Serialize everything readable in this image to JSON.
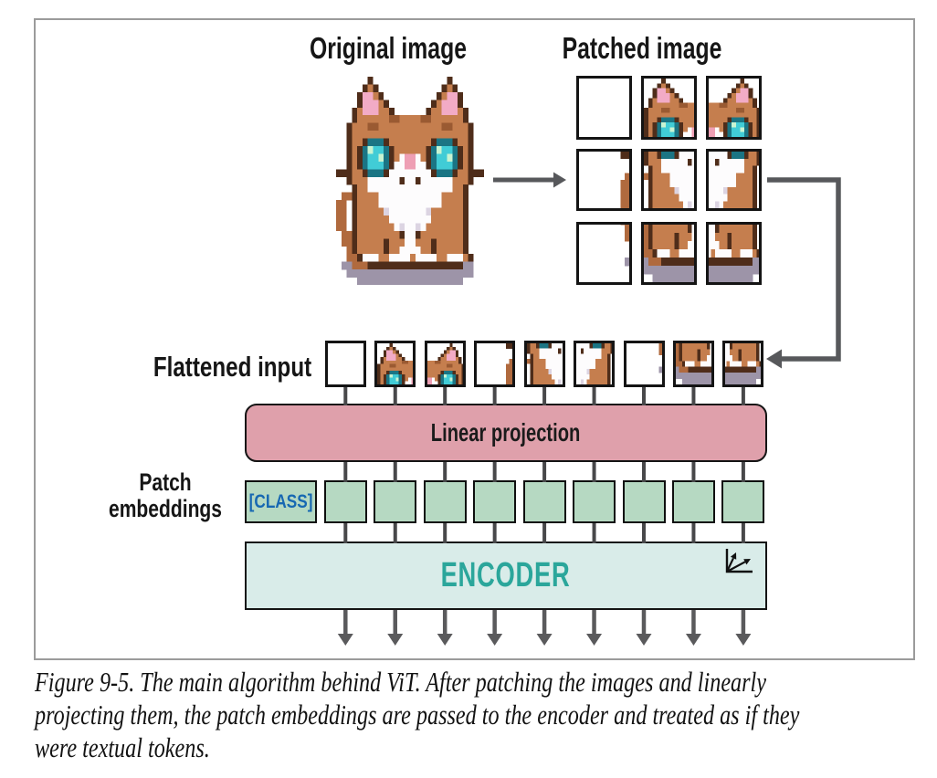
{
  "figure": {
    "labels": {
      "original_image": "Original image",
      "patched_image": "Patched image",
      "flattened_input": "Flattened input",
      "patch_embeddings_line1": "Patch",
      "patch_embeddings_line2": "embeddings",
      "linear_projection": "Linear projection",
      "class_token": "[CLASS]",
      "encoder": "ENCODER"
    },
    "counts": {
      "patch_grid_rows": 3,
      "patch_grid_cols": 3,
      "flattened_patches": 9,
      "embedding_squares": 9,
      "output_arrows": 9
    },
    "icons": {
      "flow_arrow": "right-arrow-icon",
      "return_arrow": "left-arrow-icon",
      "encoder_corner": "vectors-axes-icon",
      "cat": "pixel-cat-image"
    },
    "colors": {
      "frame_border": "#9b9b9b",
      "linear_projection_fill": "#dfa0ab",
      "embedding_fill": "#b6d9c2",
      "encoder_fill": "#d9ece9",
      "encoder_text": "#2ba69b",
      "class_text": "#1768b2",
      "connector": "#57585b",
      "line": "#48484a",
      "box_border": "#141414",
      "label_text": "#161616"
    }
  },
  "caption": {
    "lines": [
      "Figure 9-5. The main algorithm behind ViT. After patching the images and linearly",
      "projecting them, the patch embeddings are passed to the encoder and treated as if they",
      "were textual tokens."
    ]
  }
}
